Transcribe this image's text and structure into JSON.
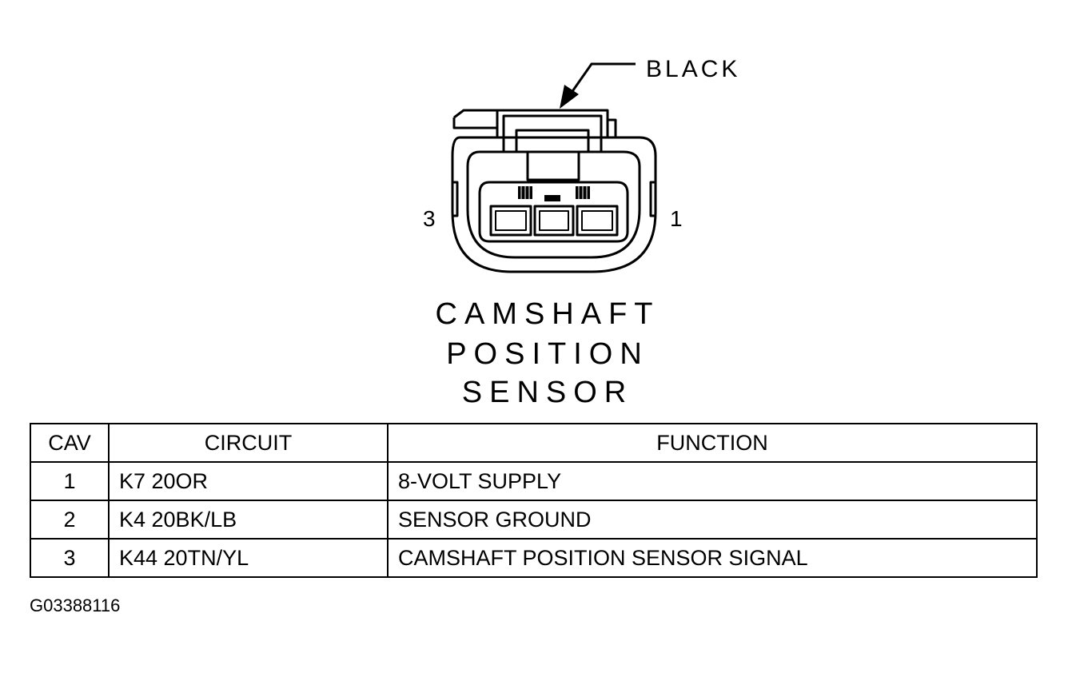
{
  "connector": {
    "callout_label": "BLACK",
    "cavity_left_label": "3",
    "cavity_right_label": "1",
    "title_lines": [
      "CAMSHAFT",
      "POSITION",
      "SENSOR"
    ]
  },
  "pinout_table": {
    "headers": [
      "CAV",
      "CIRCUIT",
      "FUNCTION"
    ],
    "rows": [
      {
        "cav": "1",
        "circuit": "K7 20OR",
        "function": "8-VOLT SUPPLY"
      },
      {
        "cav": "2",
        "circuit": "K4 20BK/LB",
        "function": "SENSOR GROUND"
      },
      {
        "cav": "3",
        "circuit": "K44 20TN/YL",
        "function": "CAMSHAFT POSITION SENSOR SIGNAL"
      }
    ]
  },
  "figure_id": "G03388116"
}
